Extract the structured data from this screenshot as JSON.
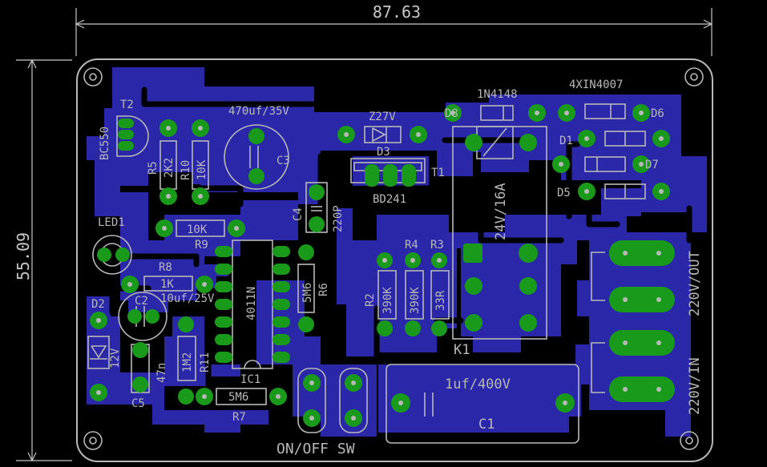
{
  "dimensions": {
    "width_label": "87.63",
    "height_label": "55.09"
  },
  "components": {
    "T2": "T2",
    "BC550": "BC550",
    "C3_value": "470uf/35V",
    "C3": "C3",
    "Z27V": "Z27V",
    "D3": "D3",
    "D8": "D8",
    "D8_value": "1N4148",
    "D6_value": "4XIN4007",
    "D6": "D6",
    "D1": "D1",
    "D7": "D7",
    "D5": "D5",
    "T1": "T1",
    "BD241": "BD241",
    "R5": "R5",
    "R5_value": "2K2",
    "R10": "R10",
    "R10_value": "10K",
    "C4": "C4",
    "C4_value": "220P",
    "K1": "K1",
    "K1_value": "24V/16A",
    "LED1": "LED1",
    "R9": "R9",
    "R9_value": "10K",
    "R8": "R8",
    "R8_value": "1K",
    "R2": "R2",
    "R2_value": "390K",
    "R4": "R4",
    "R4_value": "390K",
    "R3": "R3",
    "R3_value": "33R",
    "R6": "R6",
    "R6_value": "5M6",
    "IC1": "IC1",
    "IC1_value": "4011N",
    "C2": "C2",
    "C2_value": "10uf/25V",
    "D2": "D2",
    "D2_value": "12V",
    "C5": "C5",
    "C5_value": "47n",
    "R11": "R11",
    "R11_value": "1M2",
    "R7": "R7",
    "R7_value": "5M6",
    "C1": "C1",
    "C1_value": "1uf/400V",
    "out_label": "220V/OUT",
    "in_label": "220V/IN",
    "sw_label": "ON/OFF SW"
  },
  "colors": {
    "background": "#000000",
    "copper": "#2a27a8",
    "pad": "#1a9a1a",
    "silk": "#b8b8b8",
    "dim": "#c8c8c8"
  }
}
